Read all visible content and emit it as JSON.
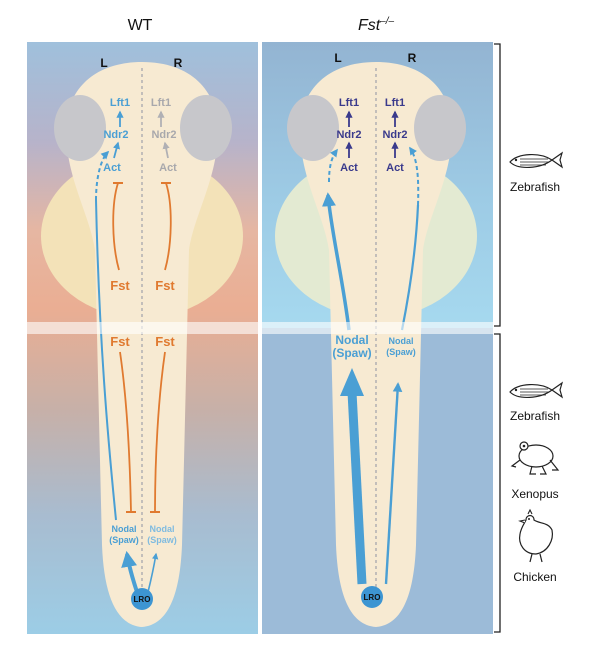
{
  "panels": {
    "wt": {
      "title": "WT",
      "left": "L",
      "right": "R",
      "left_genes": [
        "Lft1",
        "Ndr2",
        "Act"
      ],
      "right_genes": [
        "Lft1",
        "Ndr2",
        "Act"
      ],
      "fst_upper_left": "Fst",
      "fst_upper_right": "Fst",
      "fst_lower_left": "Fst",
      "fst_lower_right": "Fst",
      "nodal_left": [
        "Nodal",
        "(Spaw)"
      ],
      "nodal_right": [
        "Nodal",
        "(Spaw)"
      ],
      "lro": "LRO"
    },
    "fst": {
      "title_main": "Fst",
      "title_sup": "–/–",
      "left": "L",
      "right": "R",
      "left_genes": [
        "Lft1",
        "Ndr2",
        "Act"
      ],
      "right_genes": [
        "Lft1",
        "Ndr2",
        "Act"
      ],
      "nodal_left": [
        "Nodal",
        "(Spaw)"
      ],
      "nodal_right": [
        "Nodal",
        "(Spaw)"
      ],
      "lro": "LRO"
    }
  },
  "species": {
    "upper": [
      "Zebrafish"
    ],
    "lower": [
      "Zebrafish",
      "Xenopus",
      "Chicken"
    ]
  },
  "colors": {
    "blue_arrow": "#4a9fd4",
    "dark_gene": "#3a3a8c",
    "gray_gene": "#a8a8ac",
    "fst_orange": "#e07a30",
    "body": "#f7ead2"
  }
}
